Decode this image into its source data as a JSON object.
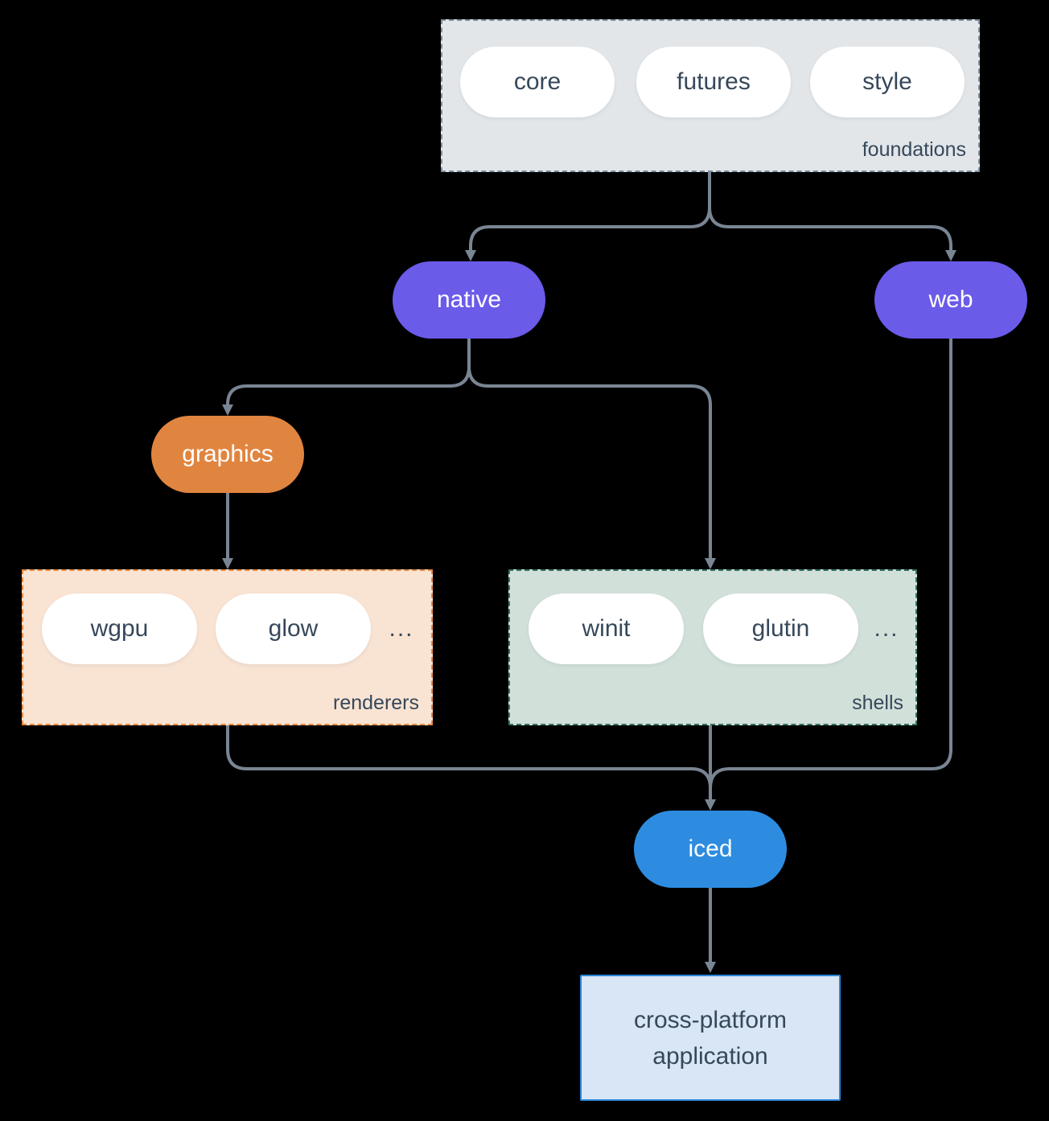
{
  "colors": {
    "background": "#000000",
    "connector": "#798593",
    "text_dark": "#36485a",
    "node_purple": "#6a5be9",
    "node_orange": "#e08540",
    "node_blue": "#2d8ce0",
    "foundations_fill": "#e2e6e9",
    "foundations_border": "#7e8d9c",
    "renderers_fill": "#f9e3d3",
    "renderers_border": "#e8873f",
    "shells_fill": "#d2e0da",
    "shells_border": "#35705f",
    "application_fill": "#d8e6f6",
    "application_border": "#2c83d5"
  },
  "foundations": {
    "label": "foundations",
    "pills": [
      "core",
      "futures",
      "style"
    ]
  },
  "nodes": {
    "native": "native",
    "web": "web",
    "graphics": "graphics",
    "iced": "iced"
  },
  "renderers": {
    "label": "renderers",
    "pills": [
      "wgpu",
      "glow"
    ],
    "more": "..."
  },
  "shells": {
    "label": "shells",
    "pills": [
      "winit",
      "glutin"
    ],
    "more": "..."
  },
  "application": {
    "line1": "cross-platform",
    "line2": "application"
  }
}
